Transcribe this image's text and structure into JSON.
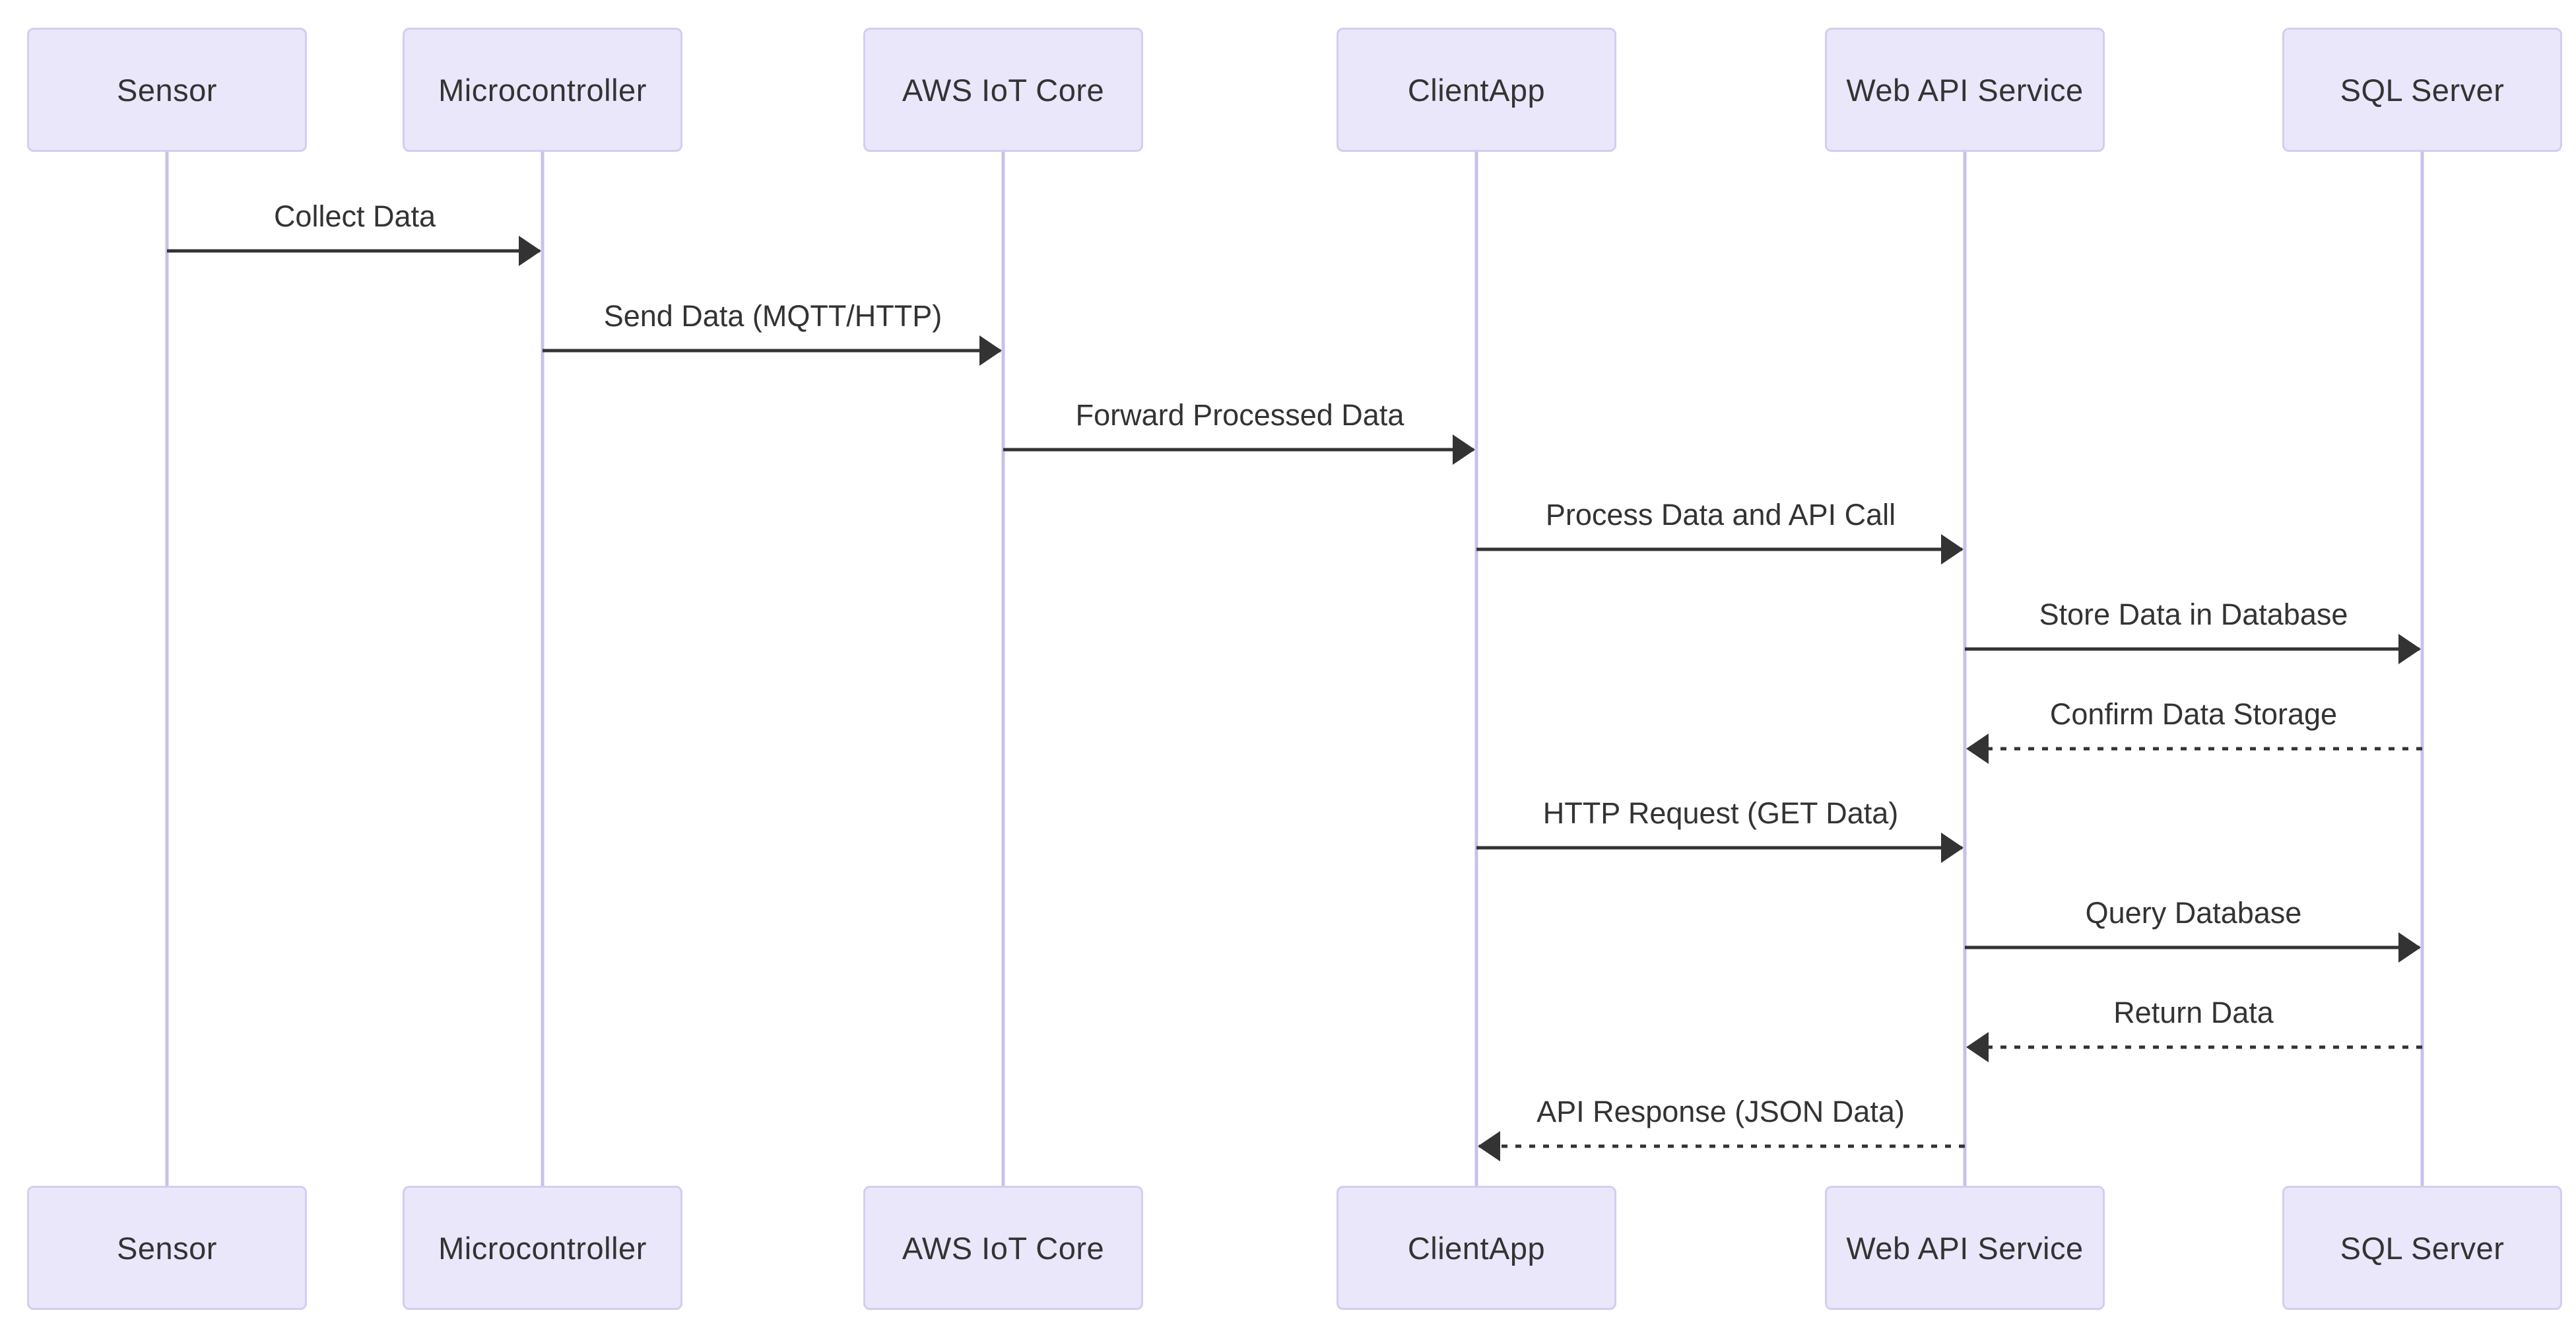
{
  "diagram": {
    "type": "sequence-diagram",
    "participants": [
      {
        "name": "Sensor"
      },
      {
        "name": "Microcontroller"
      },
      {
        "name": "AWS IoT Core"
      },
      {
        "name": "ClientApp"
      },
      {
        "name": "Web API Service"
      },
      {
        "name": "SQL Server"
      }
    ],
    "messages": [
      {
        "from": 0,
        "to": 1,
        "label": "Collect Data",
        "line": "solid"
      },
      {
        "from": 1,
        "to": 2,
        "label": "Send Data (MQTT/HTTP)",
        "line": "solid"
      },
      {
        "from": 2,
        "to": 3,
        "label": "Forward Processed Data",
        "line": "solid"
      },
      {
        "from": 3,
        "to": 4,
        "label": "Process Data and API Call",
        "line": "solid"
      },
      {
        "from": 4,
        "to": 5,
        "label": "Store Data in Database",
        "line": "solid"
      },
      {
        "from": 5,
        "to": 4,
        "label": "Confirm Data Storage",
        "line": "dashed"
      },
      {
        "from": 3,
        "to": 4,
        "label": "HTTP Request (GET Data)",
        "line": "solid"
      },
      {
        "from": 4,
        "to": 5,
        "label": "Query Database",
        "line": "solid"
      },
      {
        "from": 5,
        "to": 4,
        "label": "Return Data",
        "line": "dashed"
      },
      {
        "from": 4,
        "to": 3,
        "label": "API Response (JSON Data)",
        "line": "dashed"
      }
    ],
    "colors": {
      "actor_fill": "#e9e7f9",
      "actor_border": "#d4cdf1",
      "lifeline": "#c9c1ea",
      "arrow": "#333333",
      "text": "#333333",
      "background": "#ffffff"
    }
  }
}
